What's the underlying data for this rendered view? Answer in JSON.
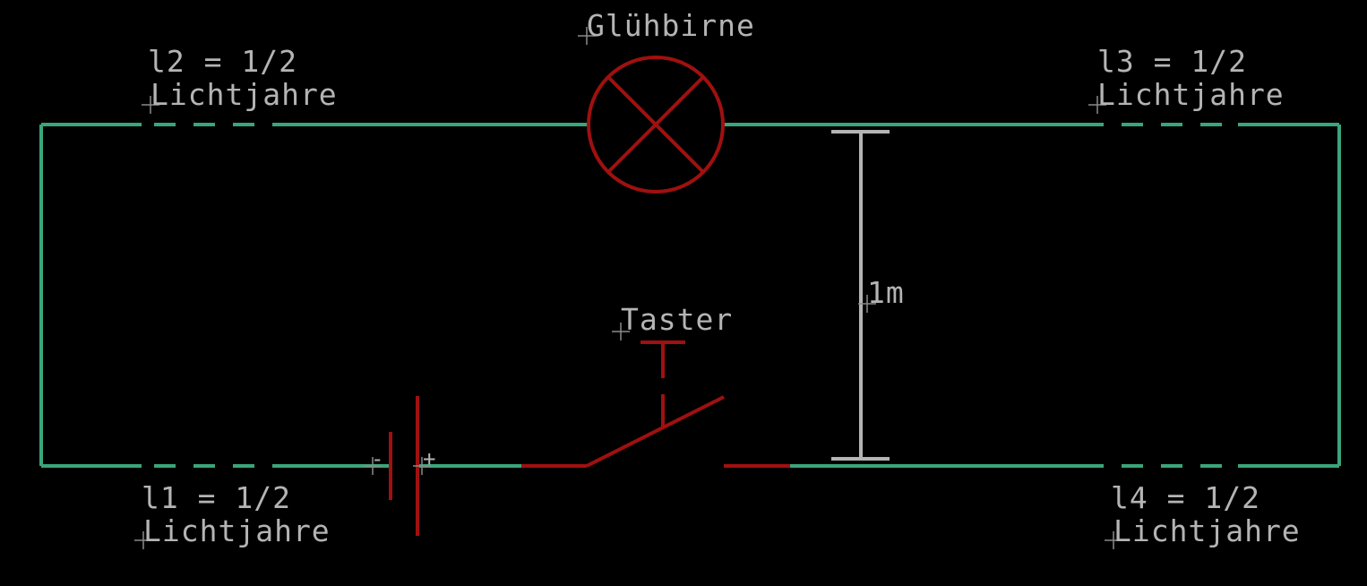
{
  "colors": {
    "background": "#000000",
    "wire": "#3aa57a",
    "component": "#a01010",
    "annotation": "#b4b4b4",
    "anchor": "#8a8a8a"
  },
  "labels": {
    "bulb": "Glühbirne",
    "button": "Taster",
    "dimension": "1m",
    "battery_minus": "-",
    "battery_plus": "+",
    "wire_l1_line1": "l1 = 1/2",
    "wire_l1_line2": "Lichtjahre",
    "wire_l2_line1": "l2 = 1/2",
    "wire_l2_line2": "Lichtjahre",
    "wire_l3_line1": "l3 = 1/2",
    "wire_l3_line2": "Lichtjahre",
    "wire_l4_line1": "l4 = 1/2",
    "wire_l4_line2": "Lichtjahre"
  }
}
